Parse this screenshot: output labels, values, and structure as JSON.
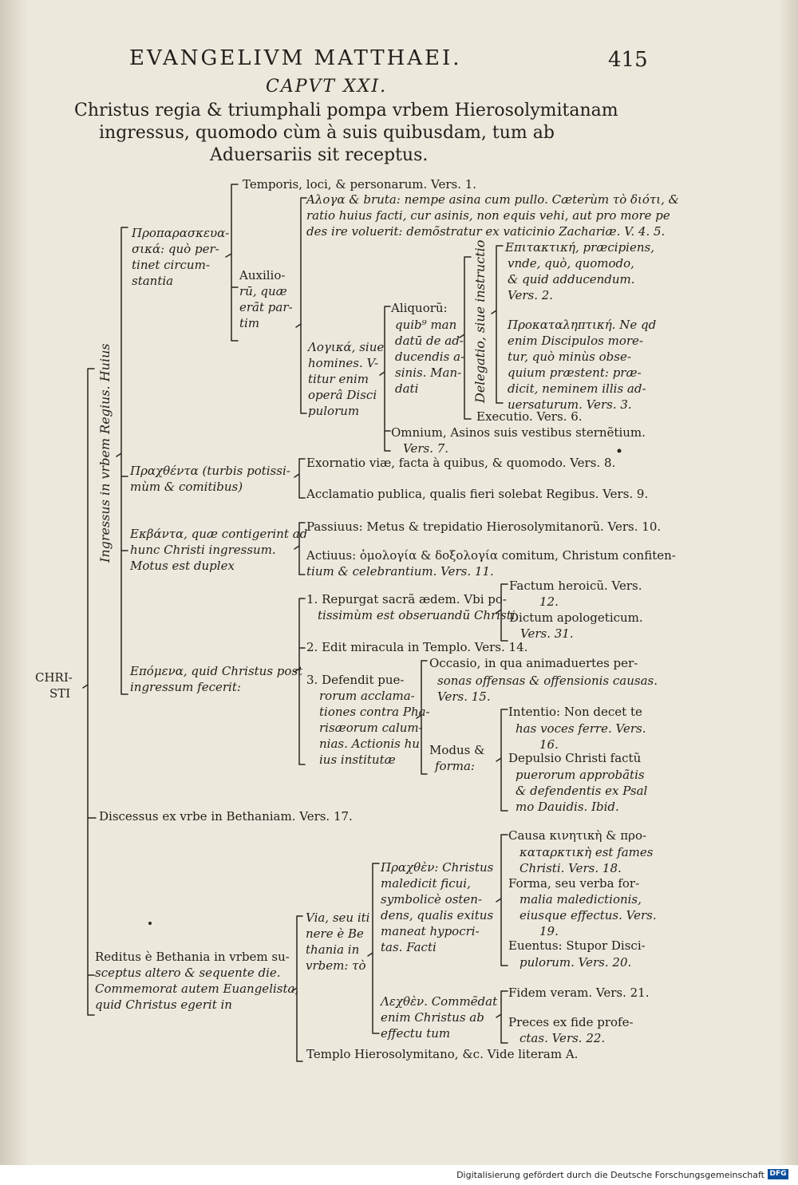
{
  "header": {
    "running_title": "EVANGELIVM MATTHAEI.",
    "page_number": "415",
    "chapter": "CAPVT XXI.",
    "title_lines": [
      "Christus regia & triumphali pompa vrbem Hierosolymitanam",
      "ingressus, quomodo cùm à suis quibusdam, tum ab",
      "Aduersariis sit receptus."
    ]
  },
  "root": {
    "lines": [
      "CHRI-",
      "STI"
    ]
  },
  "ingressus": {
    "label": "Ingressus in vrbem Regius. Huius"
  },
  "prop": {
    "label_lines": [
      "Προπαρασκευα-",
      "σικά: quò per-",
      "tinet circum-",
      "stantia"
    ],
    "temporis": "Temporis, loci, & personarum. Vers. 1.",
    "aux_lines": [
      "Auxilio-",
      "rū, quæ",
      "erãt par-",
      "tim"
    ],
    "aloga_lines": [
      "Αλογα & bruta: nempe asina cum pullo. Cæterùm τὸ διότι, &",
      "ratio huius facti, cur asinis, non equis vehi, aut pro more pe",
      "des ire voluerit: demõstratur ex vaticinio Zachariæ. V. 4. 5."
    ],
    "logika_lines": [
      "Λογικά, siue",
      "homines. V-",
      "titur enim",
      "operâ Disci",
      "pulorum"
    ],
    "aliquoru_lines": [
      "Aliquorũ:",
      "quib⁹ man",
      "datū de ad-",
      "ducendis a-",
      "sinis. Man-",
      "dati"
    ],
    "delegatio": "Delegatio, siue instructio",
    "epitaktike_lines": [
      "Επιτακτική, præcipiens,",
      "vnde, quò, quomodo,",
      "& quid adducendum.",
      "Vers. 2."
    ],
    "prokata_lines": [
      "Προκαταληπτική. Ne qd",
      "enim Discipulos more-",
      "tur, quò minùs obse-",
      "quium præstent: præ-",
      "dicit, neminem illis ad-",
      "uersaturum. Vers. 3."
    ],
    "executio": "Executio. Vers. 6.",
    "omnium_lines": [
      "Omnium, Asinos suis vestibus sternẽtium.",
      "Vers. 7."
    ]
  },
  "prax": {
    "label_lines": [
      "Πραχθέντα (turbis potissi-",
      "mùm & comitibus)"
    ],
    "exornatio": "Exornatio viæ, facta à quibus, & quomodo. Vers. 8.",
    "acclamatio": "Acclamatio publica, qualis fieri solebat Regibus. Vers. 9."
  },
  "ekb": {
    "label_lines": [
      "Εκβάντα, quæ contigerint ad",
      "hunc Christi ingressum.",
      "Motus est duplex"
    ],
    "passiuus": "Passiuus: Metus & trepidatio Hierosolymitanorũ. Vers. 10.",
    "actiuus_lines": [
      "Actiuus: ὁμολογία & δοξολογία comitum, Christum confiten-",
      "tium & celebrantium. Vers. 11."
    ]
  },
  "epom": {
    "label_lines": [
      "Επόμενα, quid Christus post",
      "ingressum fecerit:"
    ],
    "repurgat_lines": [
      "1. Repurgat sacrã ædem. Vbi po-",
      "tissimùm est obseruandũ Christi"
    ],
    "factum_lines": [
      "Factum heroicũ. Vers.",
      "12."
    ],
    "dictum_lines": [
      "Dictum apologeticum.",
      "Vers. 31."
    ],
    "edit": "2. Edit miracula in Templo. Vers. 14.",
    "defendit_lines": [
      "3. Defendit pue-",
      "rorum acclama-",
      "tiones contra Pha-",
      "risæorum calum-",
      "nias. Actionis hu",
      "ius institutæ"
    ],
    "occasio_lines": [
      "Occasio, in qua animaduertes per-",
      "sonas offensas & offensionis causas.",
      "Vers. 15."
    ],
    "modus_lines": [
      "Modus &",
      "forma:"
    ],
    "intentio_lines": [
      "Intentio: Non decet te",
      "has voces ferre. Vers.",
      "16."
    ],
    "depulsio_lines": [
      "Depulsio Christi factũ",
      "puerorum approbãtis",
      "& defendentis ex Psal",
      "mo Dauidis. Ibid."
    ]
  },
  "discessus": "Discessus ex vrbe in Bethaniam. Vers. 17.",
  "reditus": {
    "label_lines": [
      "Reditus è Bethania in vrbem su-",
      "sceptus altero & sequente die.",
      "Commemorat autem Euangelista,",
      "quid Christus egerit in"
    ],
    "via_lines": [
      "Via, seu iti",
      "nere è Be",
      "thania in",
      "vrbem: τὸ"
    ],
    "prax_lines": [
      "Πραχθὲν: Christus",
      "maledicit ficui,",
      "symbolicè osten-",
      "dens, qualis exitus",
      "maneat hypocri-",
      "tas. Facti"
    ],
    "causa_lines": [
      "Causa κινητικὴ & προ-",
      "καταρκτικὴ est fames",
      "Christi. Vers. 18."
    ],
    "forma_lines": [
      "Forma, seu verba for-",
      "malia maledictionis,",
      "eiusque effectus. Vers.",
      "19."
    ],
    "euentus_lines": [
      "Euentus: Stupor Disci-",
      "pulorum. Vers. 20."
    ],
    "lex_lines": [
      "Λεχθὲν. Commẽdat",
      "enim Christus ab",
      "effectu tum"
    ],
    "fidem": "Fidem veram. Vers. 21.",
    "preces_lines": [
      "Preces ex fide profe-",
      "ctas. Vers. 22."
    ],
    "templo": "Templo Hierosolymitano, &c. Vide literam A."
  },
  "footer": {
    "text": "Digitalisierung gefördert durch die Deutsche Forschungsgemeinschaft",
    "logo": "DFG"
  }
}
